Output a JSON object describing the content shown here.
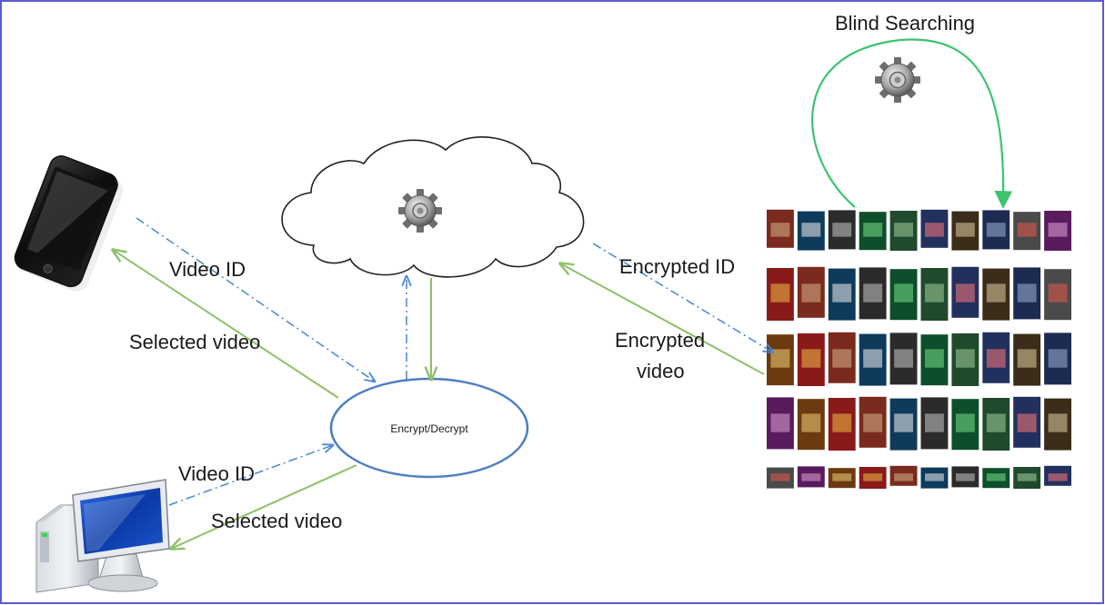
{
  "labels": {
    "blind_searching": "Blind Searching",
    "video_id_top": "Video ID",
    "selected_video_top": "Selected video",
    "encrypt_decrypt": "Encrypt/Decrypt",
    "video_id_bottom": "Video ID",
    "selected_video_bottom": "Selected video",
    "encrypted_id": "Encrypted ID",
    "encrypted_video_line1": "Encrypted",
    "encrypted_video_line2": "video"
  },
  "colors": {
    "frame": "#5a5ad0",
    "dashed_arrow": "#4a86d4",
    "solid_arrow": "#8fc06a",
    "blind_arc": "#3cc46e",
    "ellipse": "#4f7fc2"
  },
  "icons": {
    "phone": "smartphone-icon",
    "computer": "desktop-computer-icon",
    "cloud_gear": "gear-icon",
    "search_gear": "gear-icon",
    "library": "video-poster-grid"
  }
}
